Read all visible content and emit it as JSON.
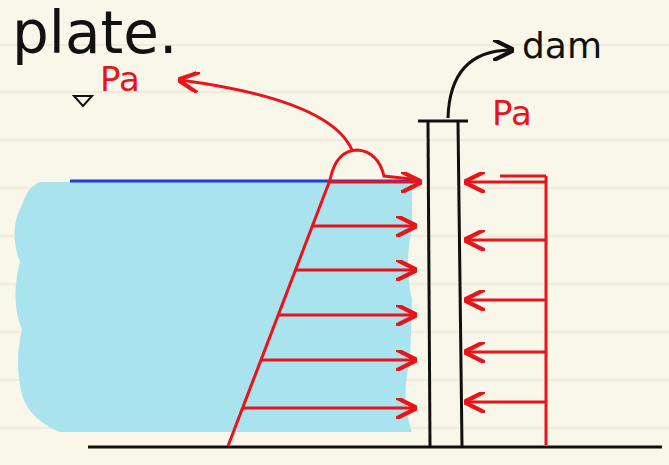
{
  "diagram": {
    "labels": [
      "plate.",
      "dam",
      "Pa",
      "Pa"
    ]
  }
}
